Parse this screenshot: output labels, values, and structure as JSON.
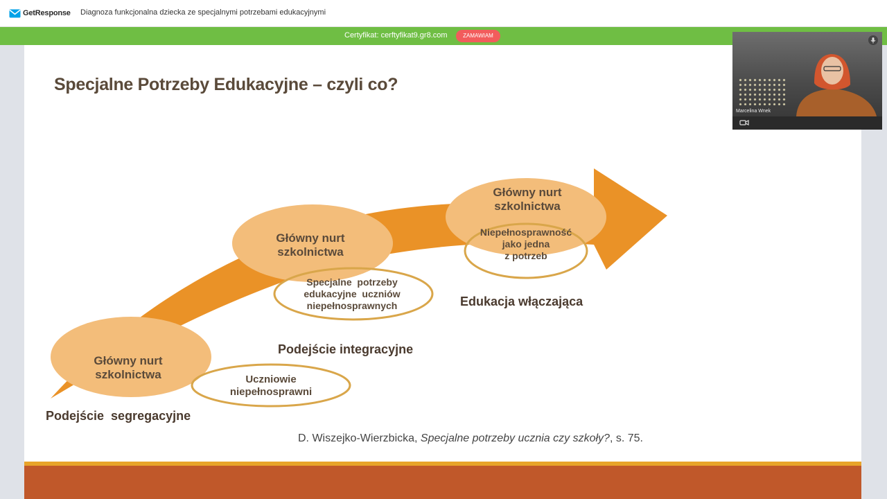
{
  "header": {
    "brand": "GetResponse",
    "webinar_title": "Diagnoza funkcjonalna dziecka ze specjalnymi potrzebami edukacyjnymi"
  },
  "cert_bar": {
    "text": "Certyfikat: cerftyfikat9.gr8.com",
    "button_label": "ZAMAWIAM"
  },
  "slide": {
    "title": "Specjalne Potrzeby Edukacyjne – czyli co?",
    "stages": [
      {
        "mainstream": [
          "Główny nurt",
          "szkolnictwa"
        ],
        "inner": [
          "Uczniowie",
          "niepełnosprawni"
        ],
        "approach": "Podejście  segregacyjne"
      },
      {
        "mainstream": [
          "Główny nurt",
          "szkolnictwa"
        ],
        "inner": [
          "Specjalne  potrzeby",
          "edukacyjne  uczniów",
          "niepełnosprawnych"
        ],
        "approach": "Podejście integracyjne"
      },
      {
        "mainstream": [
          "Główny nurt",
          "szkolnictwa"
        ],
        "inner": [
          "Niepełnosprawność",
          "jako jedna",
          "z potrzeb"
        ],
        "approach": "Edukacja włączająca"
      }
    ],
    "citation_author": "D. Wiszejko-Wierzbicka,",
    "citation_title": "Specjalne potrzeby ucznia czy szkoły?",
    "citation_page": ", s. 75."
  },
  "video": {
    "participant_name": "Marcelina Wnek"
  },
  "colors": {
    "cert_bar": "#6fbe44",
    "order_button": "#f25c5c",
    "arrow": "#ea9227",
    "ellipse_fill": "#f3bd7a",
    "ellipse_stroke": "#d9a64a",
    "footer_band": "#c0582a",
    "footer_stripe": "#e8a42a"
  },
  "icons": [
    "getresponse-logo-icon",
    "camera-icon",
    "microphone-icon"
  ]
}
